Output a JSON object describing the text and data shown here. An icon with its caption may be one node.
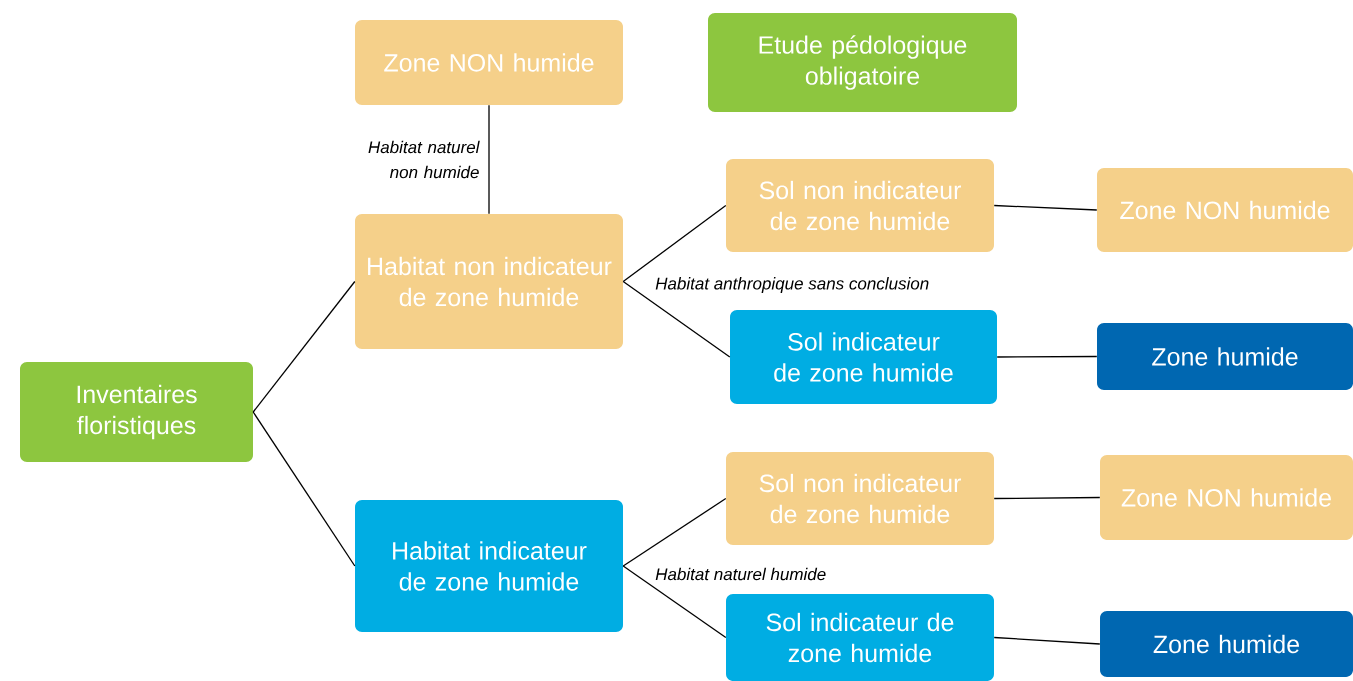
{
  "diagram": {
    "nodes": [
      {
        "text": [
          "Zone NON humide"
        ]
      },
      {
        "text": [
          "Etude pédologique obligatoire"
        ]
      },
      {
        "text": [
          "Inventaires floristiques"
        ]
      },
      {
        "text": [
          "Habitat non indicateur de zone humide"
        ]
      },
      {
        "text": [
          "Habitat indicateur de zone humide"
        ]
      },
      {
        "text": [
          "Sol non indicateur de zone humide"
        ]
      },
      {
        "text": [
          "Sol indicateur de zone humide"
        ]
      },
      {
        "text": [
          "Sol non indicateur de zone humide"
        ]
      },
      {
        "text": [
          "Sol indicateur de zone humide"
        ]
      },
      {
        "text": [
          "Zone NON humide"
        ]
      },
      {
        "text": [
          "Zone humide"
        ]
      },
      {
        "text": [
          "Zone NON humide"
        ]
      },
      {
        "text": [
          "Zone humide"
        ]
      }
    ],
    "edges": [
      {
        "from": 3,
        "to": 0,
        "arrow": "none",
        "label": "Habitat naturel non humide"
      },
      {
        "from": 2,
        "to": 3,
        "arrow": "none"
      },
      {
        "from": 2,
        "to": 4,
        "arrow": "none"
      },
      {
        "from": 3,
        "to": 5,
        "arrow": "none"
      },
      {
        "from": 3,
        "to": 6,
        "arrow": "none"
      },
      {
        "from": 4,
        "to": 7,
        "arrow": "none"
      },
      {
        "from": 4,
        "to": 8,
        "arrow": "none"
      },
      {
        "from": 5,
        "to": 9,
        "arrow": "none"
      },
      {
        "from": 6,
        "to": 10,
        "arrow": "none"
      },
      {
        "from": 7,
        "to": 11,
        "arrow": "none"
      },
      {
        "from": 8,
        "to": 12,
        "arrow": "none"
      }
    ],
    "labels": [
      "Habitat anthropique sans conclusion",
      "Habitat naturel humide"
    ]
  }
}
